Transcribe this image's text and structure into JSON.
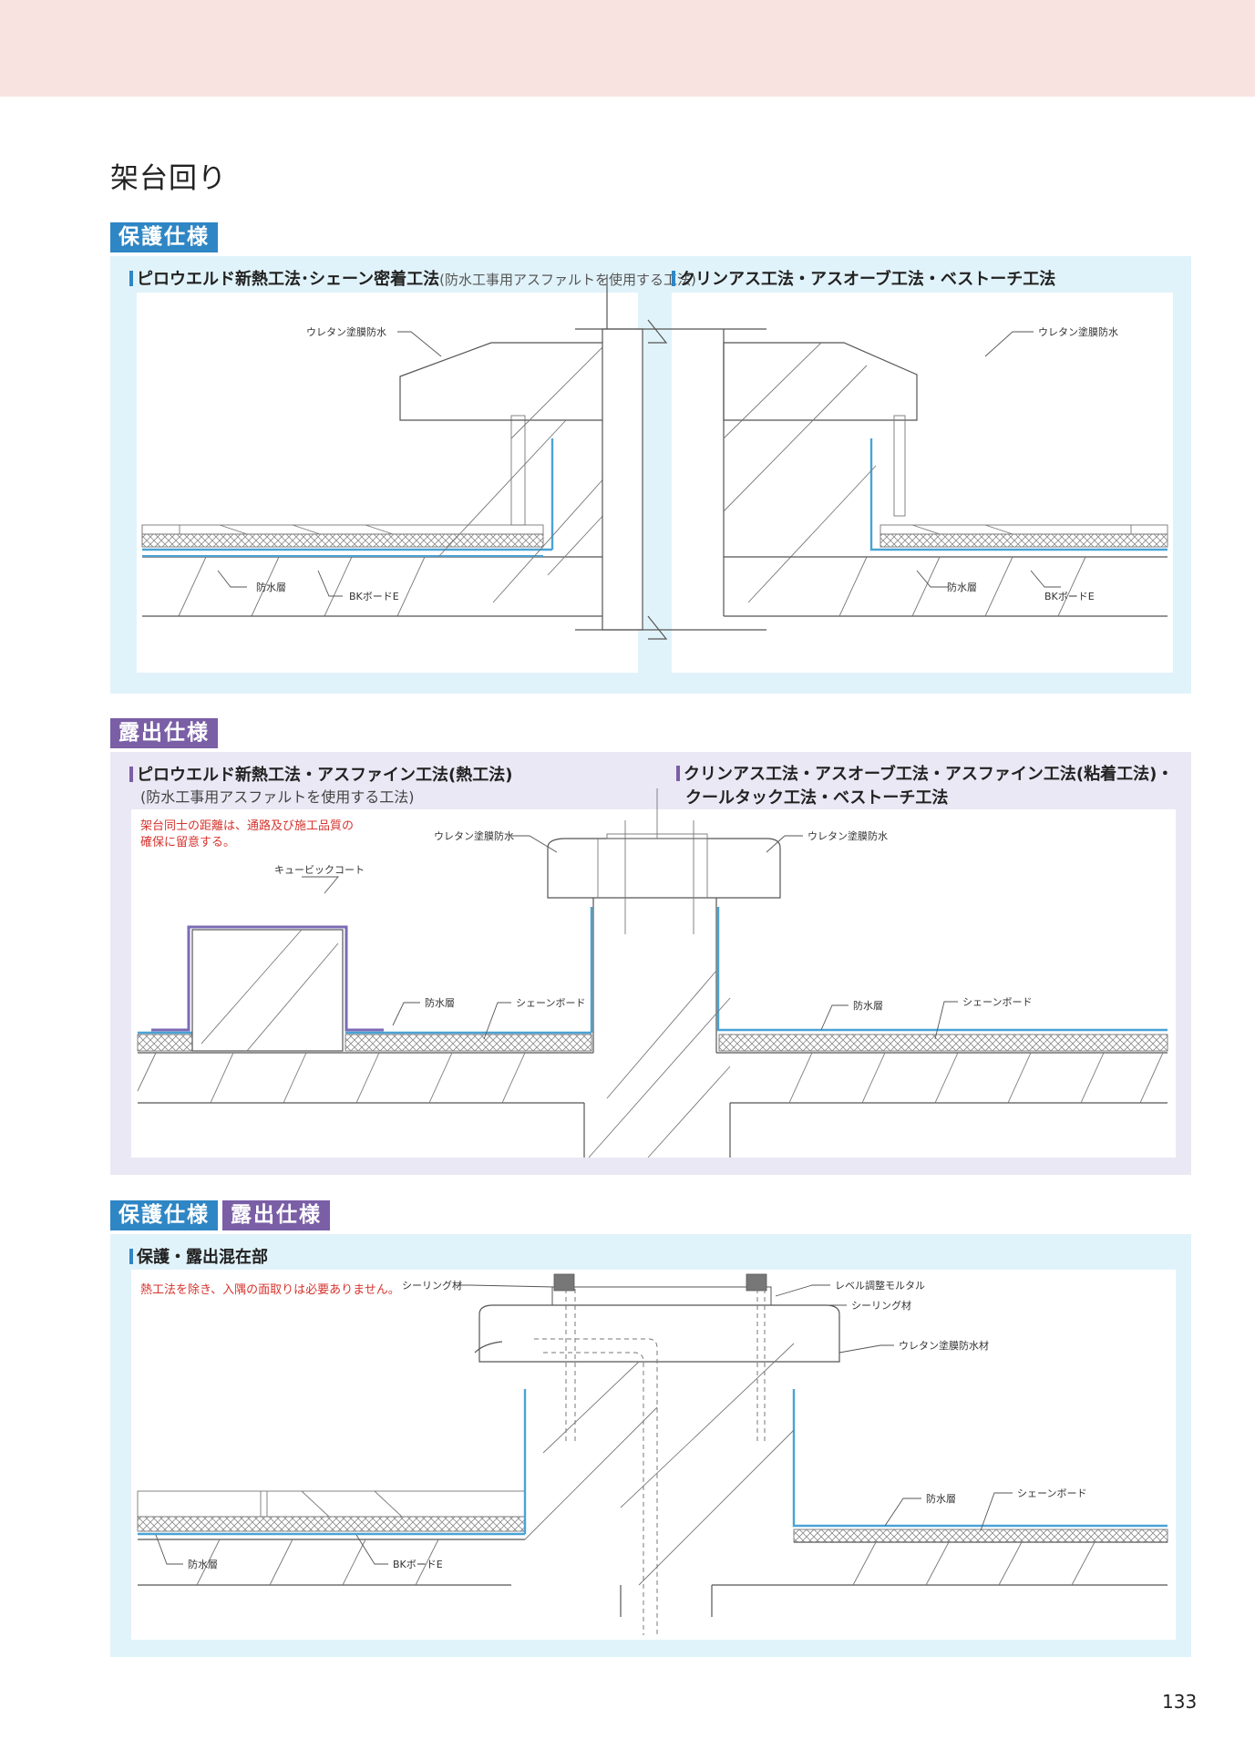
{
  "page": {
    "title": "架台回り",
    "page_number": "133"
  },
  "colors": {
    "top_band": "#f8e3e1",
    "blue_tag": "#2f86c4",
    "purple_tag": "#7a5ea6",
    "blue_panel": "#e1f3fa",
    "purple_panel": "#ebe8f5",
    "membrane_blue": "#4aa3d6",
    "membrane_purple": "#7b6bb5",
    "note_red": "#d6342f"
  },
  "section1": {
    "tag": "保護仕様",
    "left_heading": "ピロウエルド新熱工法･シェーン密着工法",
    "left_heading_note": "(防水工事用アスファルトを使用する工法)",
    "right_heading": "クリンアス工法・アスオーブ工法・ベストーチ工法",
    "labels": {
      "urethane_left": "ウレタン塗膜防水",
      "urethane_right": "ウレタン塗膜防水",
      "waterproof_left": "防水層",
      "bkboard_left": "BKボードE",
      "waterproof_right": "防水層",
      "bkboard_right": "BKボードE"
    }
  },
  "section2": {
    "tag": "露出仕様",
    "left_heading": "ピロウエルド新熱工法・アスファイン工法(熱工法)",
    "left_subheading": "(防水工事用アスファルトを使用する工法)",
    "right_heading_line1": "クリンアス工法・アスオーブ工法・アスファイン工法(粘着工法)・",
    "right_heading_line2": "クールタック工法・ベストーチ工法",
    "note_line1": "架台同士の距離は、通路及び施工品質の",
    "note_line2": "確保に留意する。",
    "labels": {
      "cubic_coat": "キュービックコート",
      "urethane_left": "ウレタン塗膜防水",
      "urethane_right": "ウレタン塗膜防水",
      "waterproof_left": "防水層",
      "shane_board_left": "シェーンボード",
      "waterproof_right": "防水層",
      "shane_board_right": "シェーンボード"
    }
  },
  "section3": {
    "tag_protect": "保護仕様",
    "tag_exposed": "露出仕様",
    "heading": "保護・露出混在部",
    "note": "熱工法を除き、入隅の面取りは必要ありません。",
    "labels": {
      "sealing_left": "シーリング材",
      "level_mortar": "レベル調整モルタル",
      "sealing_right": "シーリング材",
      "urethane": "ウレタン塗膜防水材",
      "waterproof_right": "防水層",
      "shane_board": "シェーンボード",
      "waterproof_left": "防水層",
      "bkboard": "BKボードE"
    }
  }
}
